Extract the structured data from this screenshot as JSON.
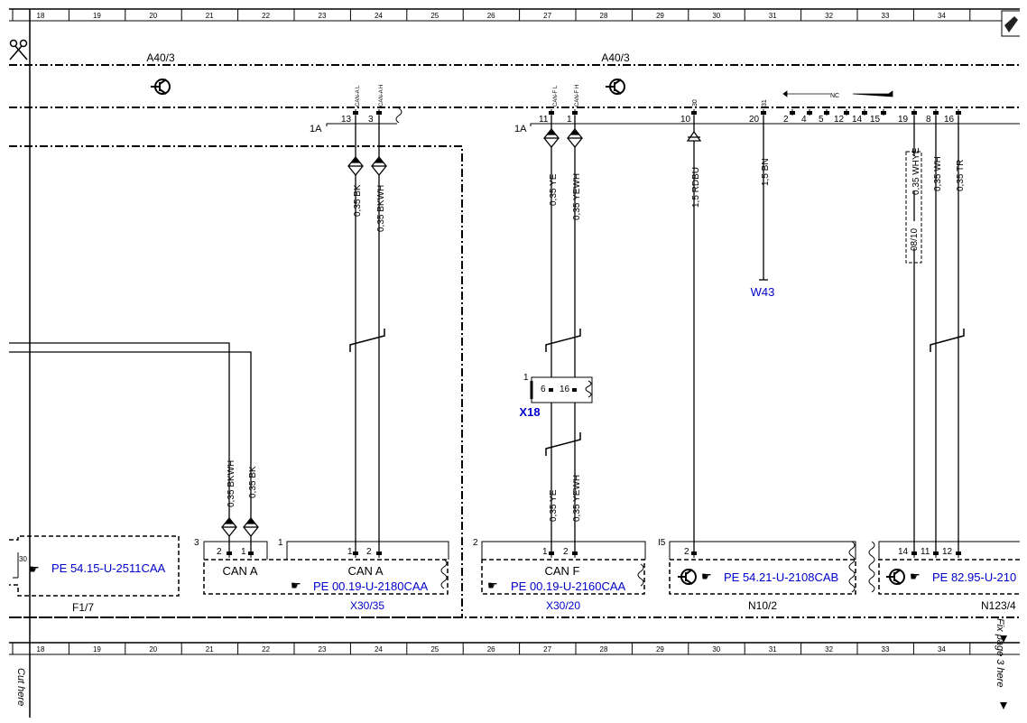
{
  "grid": {
    "columns": [
      "18",
      "19",
      "20",
      "21",
      "22",
      "23",
      "24",
      "25",
      "26",
      "27",
      "28",
      "29",
      "30",
      "31",
      "32",
      "33",
      "34"
    ]
  },
  "margin": {
    "cut_top": "Cut here",
    "cut_bottom": "Cut here",
    "fix_page": "Fix page 3 here"
  },
  "modules": {
    "left": "A40/3",
    "right": "A40/3"
  },
  "connector_left": {
    "label": "1A",
    "pins": [
      "13",
      "3"
    ],
    "signals": [
      "CAN-A L",
      "CAN-A H"
    ]
  },
  "connector_right": {
    "label": "1A",
    "pins": [
      "11",
      "1",
      "10",
      "20",
      "2",
      "4",
      "5",
      "12",
      "14",
      "15",
      "19",
      "8",
      "16"
    ],
    "signals": [
      "CAN-F L",
      "CAN-F H",
      "30",
      "31",
      "NC"
    ]
  },
  "wires": {
    "can_a_l": "0,35 BK",
    "can_a_h": "0,35 BKWH",
    "can_f_l": "0,35 YE",
    "can_f_h": "0,35 YEWH",
    "pwr": "1,5 RDBU",
    "gnd": "1,5 BN",
    "wh_ye": "0,35 WHYE",
    "wh": "0,35 WH",
    "tr": "0,35 TR",
    "left_bkwh": "0,35 BKWH",
    "left_bk": "0,35 BK",
    "can_f_l2": "0,35 YE",
    "can_f_h2": "0,35 YEWH",
    "option_code": "08/10"
  },
  "ground": "W43",
  "x18": {
    "label": "X18",
    "pin_num": "1",
    "pins": [
      "6",
      "16"
    ]
  },
  "components": [
    {
      "ref": "F1/7",
      "link": "PE 54.15-U-2511CAA",
      "pin_num": "30"
    },
    {
      "ref": "X30/35",
      "link": "PE 00.19-U-2180CAA",
      "bus": "CAN A",
      "bus2": "CAN A",
      "num1": "3",
      "num2": "1",
      "pins": [
        "2",
        "1",
        "1",
        "2"
      ]
    },
    {
      "ref": "X30/20",
      "link": "PE 00.19-U-2160CAA",
      "bus": "CAN F",
      "num": "2",
      "pins": [
        "1",
        "2"
      ]
    },
    {
      "ref": "N10/2",
      "link": "PE 54.21-U-2108CAB",
      "num": "I5",
      "pins": [
        "2"
      ]
    },
    {
      "ref": "N123/4",
      "link": "PE 82.95-U-210",
      "pins": [
        "14",
        "11",
        "12"
      ]
    }
  ]
}
